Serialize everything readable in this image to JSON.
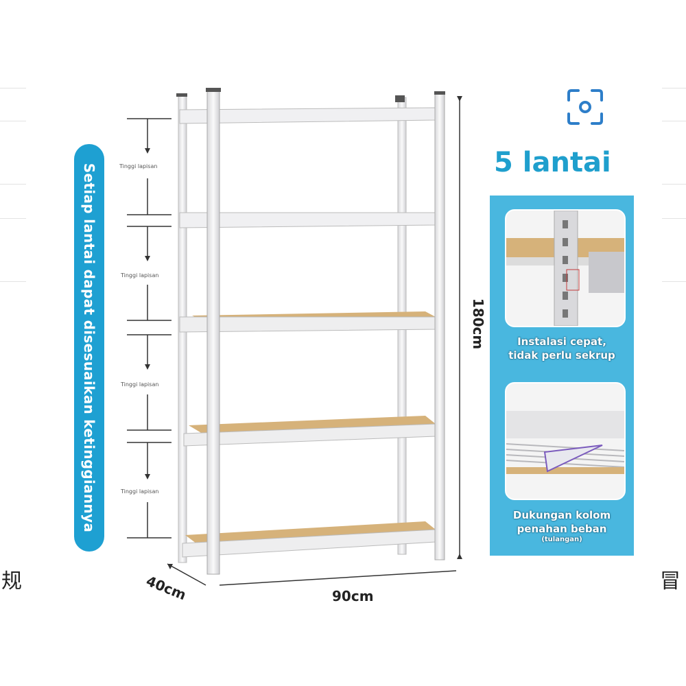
{
  "colors": {
    "accent": "#1ea0d2",
    "panel": "#49b7df",
    "board": "#d6b27a",
    "frame": "#e8e8ea"
  },
  "side_caption": "Setiap lantai dapat disesuaikan ketinggiannya",
  "tier_label": "Tinggi lapisan",
  "dimensions": {
    "height": "180cm",
    "width": "90cm",
    "depth": "40cm"
  },
  "scan_icon": "scan-icon",
  "feature": {
    "title": "5 lantai",
    "card1_caption_line1": "Instalasi cepat,",
    "card1_caption_line2": "tidak perlu sekrup",
    "card2_caption_line1": "Dukungan kolom",
    "card2_caption_line2": "penahan beban",
    "card2_caption_sub": "(tulangan)"
  },
  "edge_text": {
    "left": "规",
    "right": "冒"
  }
}
